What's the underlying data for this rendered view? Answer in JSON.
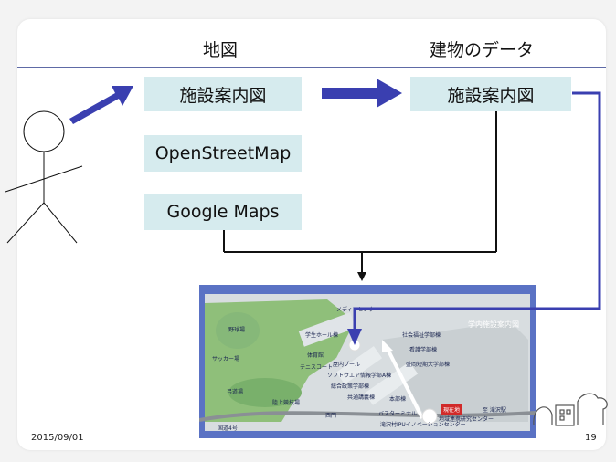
{
  "header": {
    "left_title": "地図",
    "right_title": "建物のデータ"
  },
  "map_sources": [
    "施設案内図",
    "OpenStreetMap",
    "Google Maps"
  ],
  "building_data": {
    "item": "施設案内図"
  },
  "campus_map": {
    "title": "学内施設案内図",
    "labels": [
      "野球場",
      "サッカー場",
      "弓道場",
      "陸上競技場",
      "テニスコート",
      "体育館",
      "学生ホール棟",
      "メディアセンター",
      "社会福祉学部棟",
      "看護学部棟",
      "盛岡短期大学部棟",
      "ソフトウエア情報学部A棟",
      "総合政策学部棟",
      "共通講義棟",
      "本部棟",
      "屋内プール",
      "バスターミナル",
      "滝沢村IPUイノベーションセンター",
      "地域連携研究センター",
      "国道4号",
      "西門",
      "至 滝沢駅"
    ],
    "here_label": "現在地"
  },
  "footer": {
    "date": "2015/09/01",
    "page": "19"
  },
  "colors": {
    "arrow": "#3a3fb0",
    "box_bg": "#d6ebee",
    "header_line": "#5e6aa6",
    "connector": "#111111"
  },
  "icons": [
    "stick-figure-icon",
    "buildings-logo-icon"
  ]
}
